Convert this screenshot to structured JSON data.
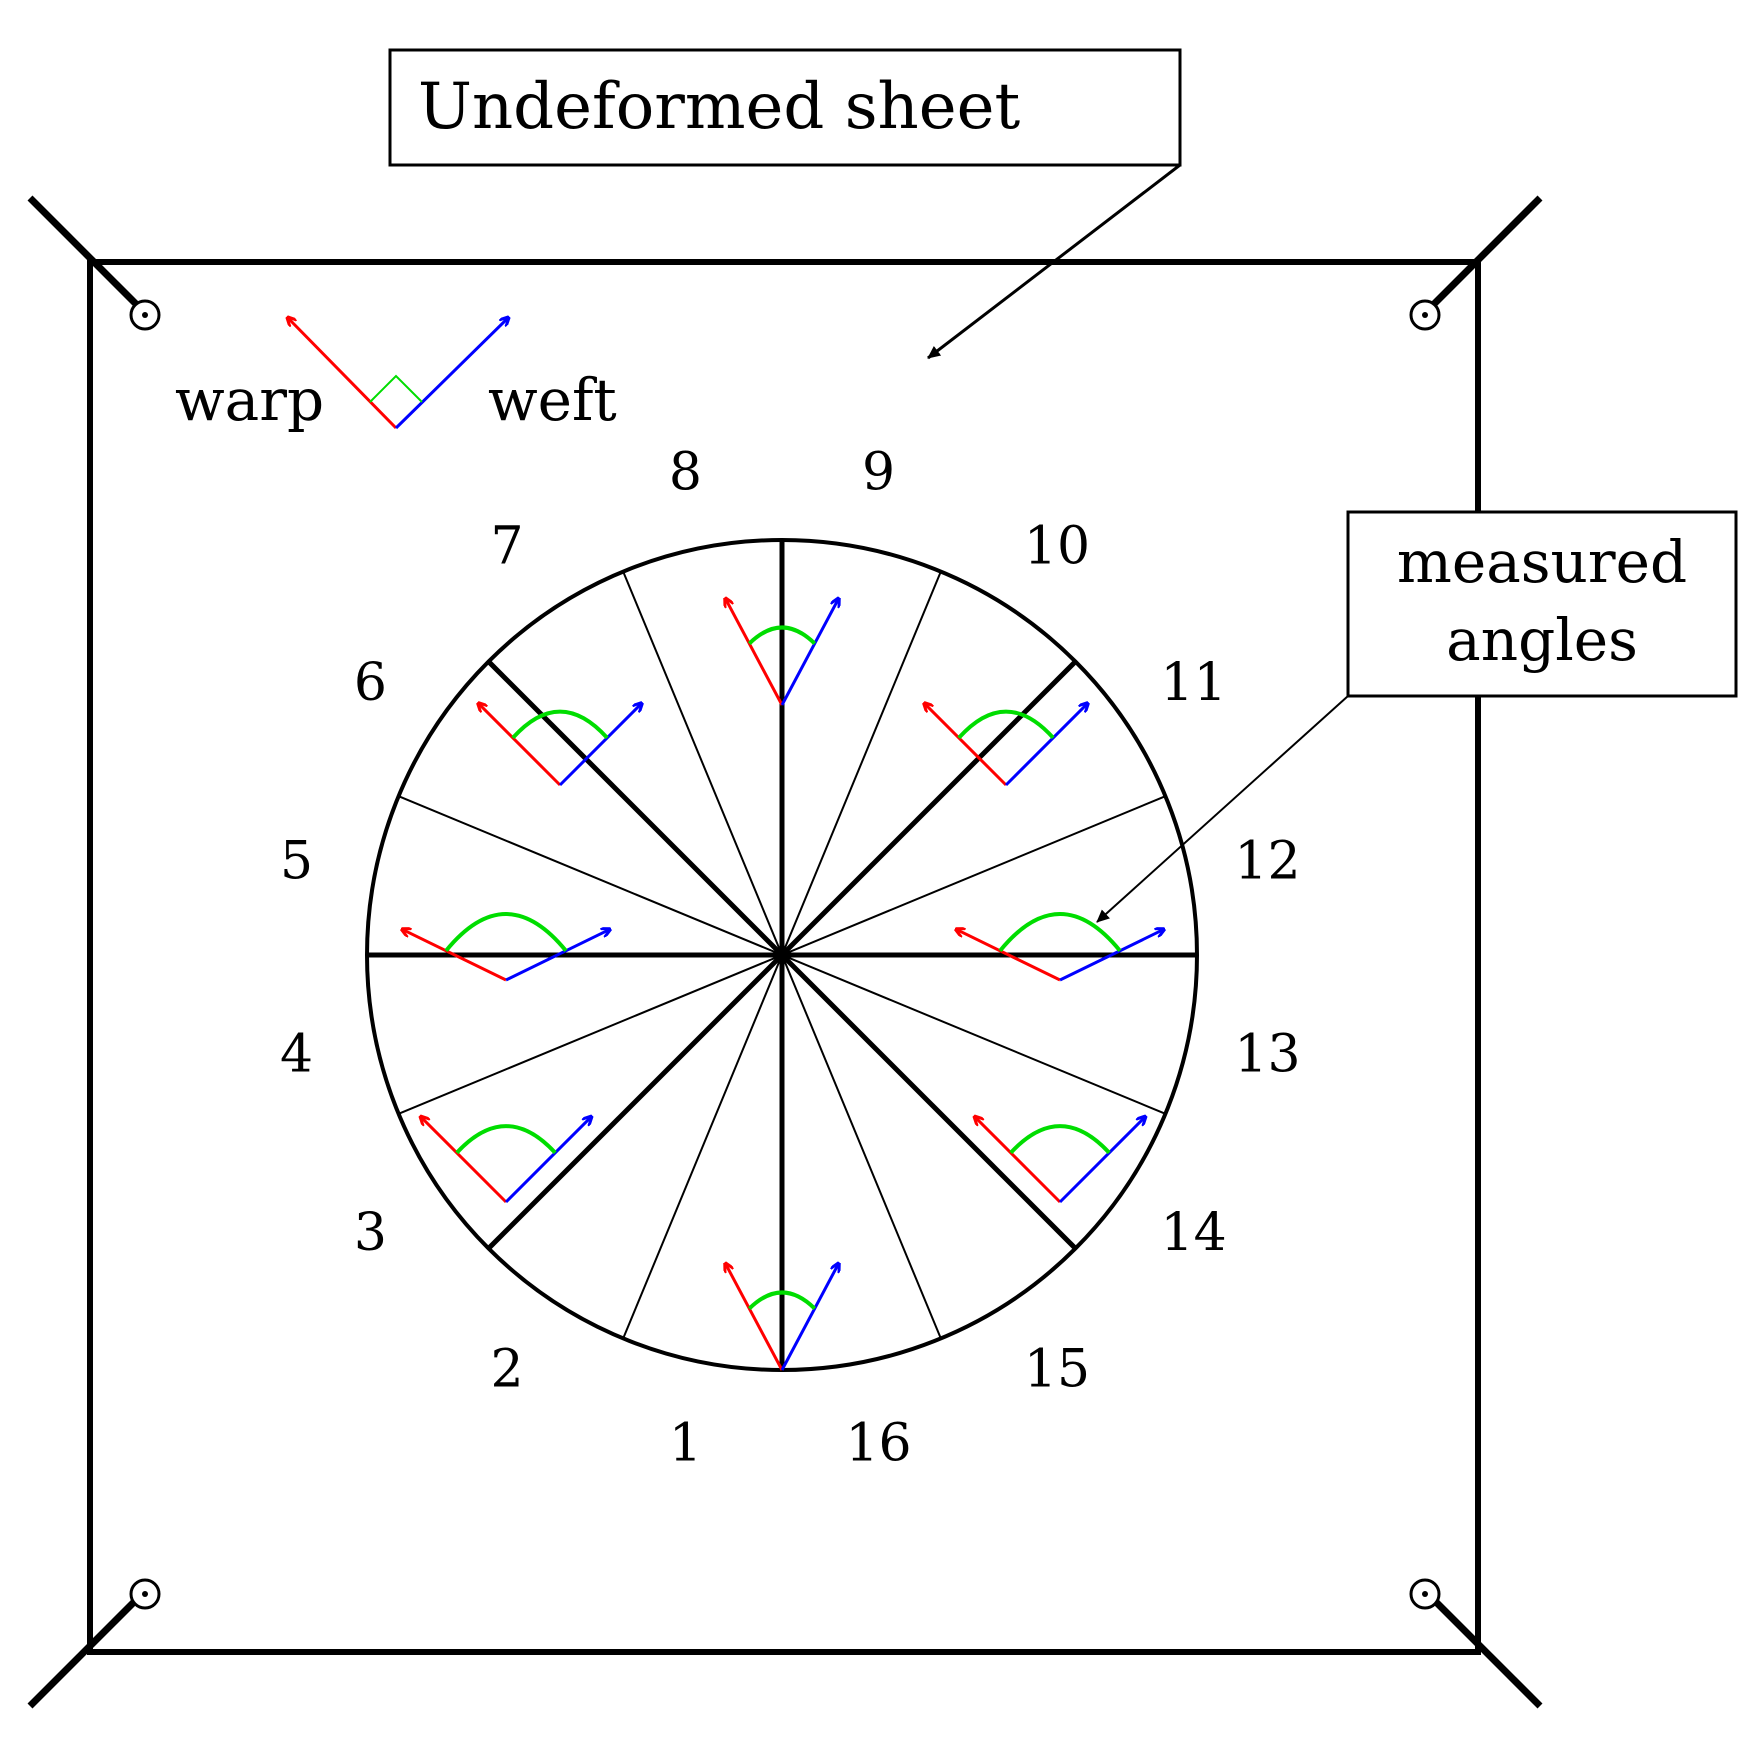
{
  "callouts": {
    "sheet_label": "Undeformed sheet",
    "angles_label_line1": "measured",
    "angles_label_line2": "angles"
  },
  "legend": {
    "warp_label": "warp",
    "weft_label": "weft"
  },
  "colors": {
    "warp": "#ff0000",
    "weft": "#0000ff",
    "angle_arc": "#00dd00",
    "outline": "#000000"
  },
  "sectors": [
    "1",
    "2",
    "3",
    "4",
    "5",
    "6",
    "7",
    "8",
    "9",
    "10",
    "11",
    "12",
    "13",
    "14",
    "15",
    "16"
  ]
}
